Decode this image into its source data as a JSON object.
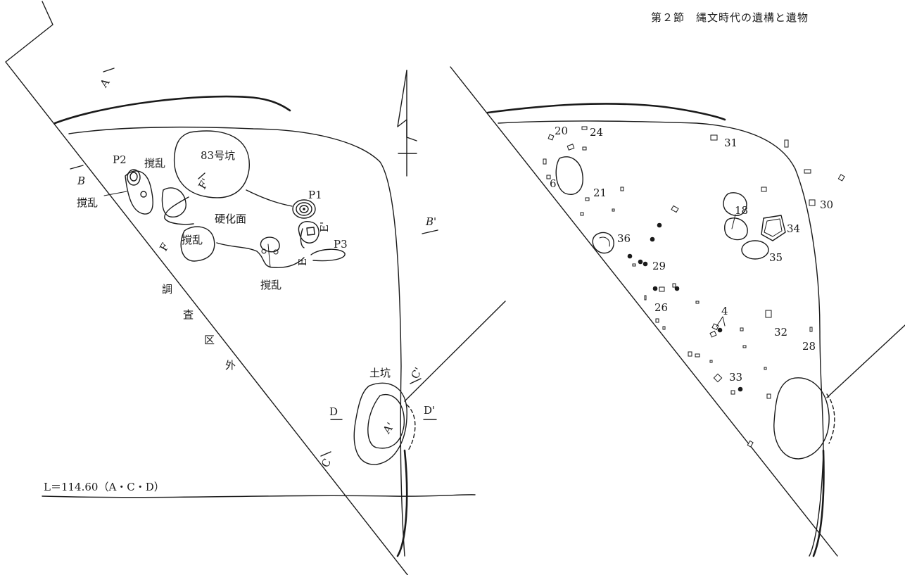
{
  "header": {
    "section": "第２節　縄文時代の遺構と遺物"
  },
  "left_plan": {
    "pits": {
      "pit83": "83号坑",
      "p1": "P1",
      "p2": "P2",
      "p3": "P3",
      "dokou": "土坑"
    },
    "disturbances": {
      "d1": "撹乱",
      "d2": "撹乱",
      "d3": "撹乱",
      "d4": "撹乱"
    },
    "surface": "硬化面",
    "outside_area": [
      "調",
      "査",
      "区",
      "外"
    ],
    "section_marks": {
      "a_top": "A",
      "a_bottom": "A'",
      "b": "B",
      "b_prime": "B'",
      "c": "C",
      "c_prime": "C'",
      "d": "D",
      "d_prime": "D'",
      "e": "E",
      "e_prime": "E'",
      "f": "F",
      "f_prime": "F'"
    },
    "elevation": "L＝114.60（A・C・D）"
  },
  "right_plan": {
    "artifacts": {
      "a20": "20",
      "a24": "24",
      "a31": "31",
      "a6": "6",
      "a21": "21",
      "a30": "30",
      "a18": "18",
      "a34": "34",
      "a36": "36",
      "a35": "35",
      "a29": "29",
      "a26": "26",
      "a4": "4",
      "a32": "32",
      "a28": "28",
      "a33": "33"
    }
  }
}
